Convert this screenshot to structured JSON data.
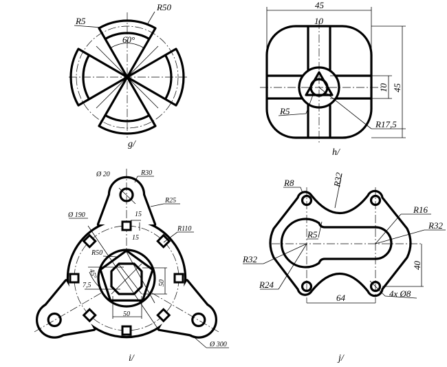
{
  "figures": {
    "g": {
      "caption": "g/",
      "labels": {
        "r5": "R5",
        "r50": "R50",
        "angle": "60°"
      }
    },
    "h": {
      "caption": "h/",
      "labels": {
        "width": "45",
        "bar_width": "10",
        "bar_height": "10",
        "height": "45",
        "r5": "R5",
        "r17": "R17,5"
      }
    },
    "i": {
      "caption": "i/",
      "labels": {
        "d20": "Ø 20",
        "r30": "R30",
        "r25": "R25",
        "d190": "Ø 190",
        "sq_w": "15",
        "sq_h": "15",
        "r110": "R110",
        "r50": "R50",
        "angle": "45°",
        "offset": "7,5",
        "h50": "50",
        "w50": "50",
        "d300": "Ø 300"
      }
    },
    "j": {
      "caption": "j/",
      "labels": {
        "r8": "R8",
        "r32_top": "R32",
        "r16": "R16",
        "r32_right": "R32",
        "r5": "R5",
        "r32_left": "R32",
        "r24": "R24",
        "h40": "40",
        "w64": "64",
        "holes": "4x Ø8"
      }
    }
  }
}
